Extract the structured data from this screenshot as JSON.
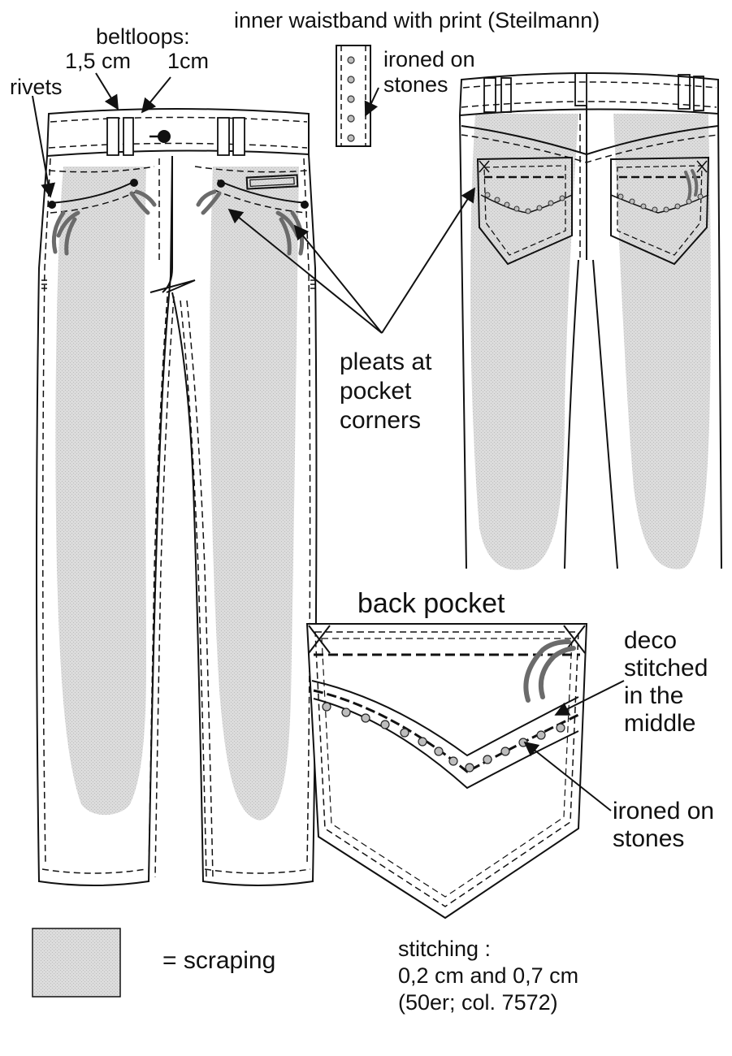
{
  "header": {
    "waistband_note": "inner waistband with print (Steilmann)"
  },
  "labels": {
    "beltloops": "beltloops:",
    "beltloop_size_a": "1,5 cm",
    "beltloop_size_b": "1cm",
    "rivets": "rivets",
    "ironed_stones_top": [
      "ironed on",
      "stones"
    ],
    "pleats": [
      "pleats at",
      "pocket",
      "corners"
    ],
    "back_pocket_title": "back pocket",
    "deco": [
      "deco",
      "stitched",
      "in the",
      "middle"
    ],
    "ironed_stones_pocket": [
      "ironed on",
      "stones"
    ]
  },
  "legend": {
    "scraping": "= scraping"
  },
  "stitching": {
    "lines": [
      "stitching :",
      "0,2 cm and 0,7 cm",
      "(50er; col. 7572)"
    ]
  },
  "colors": {
    "line": "#111111",
    "scraping": "#d6d6d6",
    "whisker": "#6b6b6b",
    "stone": "#bdbdbd"
  }
}
